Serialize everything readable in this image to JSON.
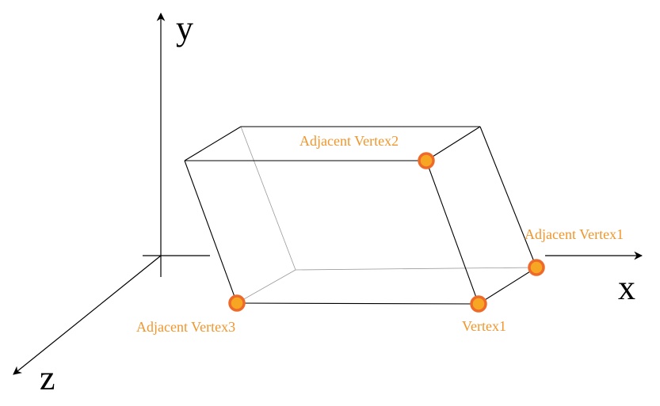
{
  "axes": {
    "x_label": "x",
    "y_label": "y",
    "z_label": "z"
  },
  "vertices": {
    "vertex1": "Vertex1",
    "adjacent1": "Adjacent Vertex1",
    "adjacent2": "Adjacent Vertex2",
    "adjacent3": "Adjacent Vertex3"
  },
  "colors": {
    "marker_fill": "#f7a623",
    "marker_ring": "#ee6a2a",
    "label": "#f0962c"
  }
}
